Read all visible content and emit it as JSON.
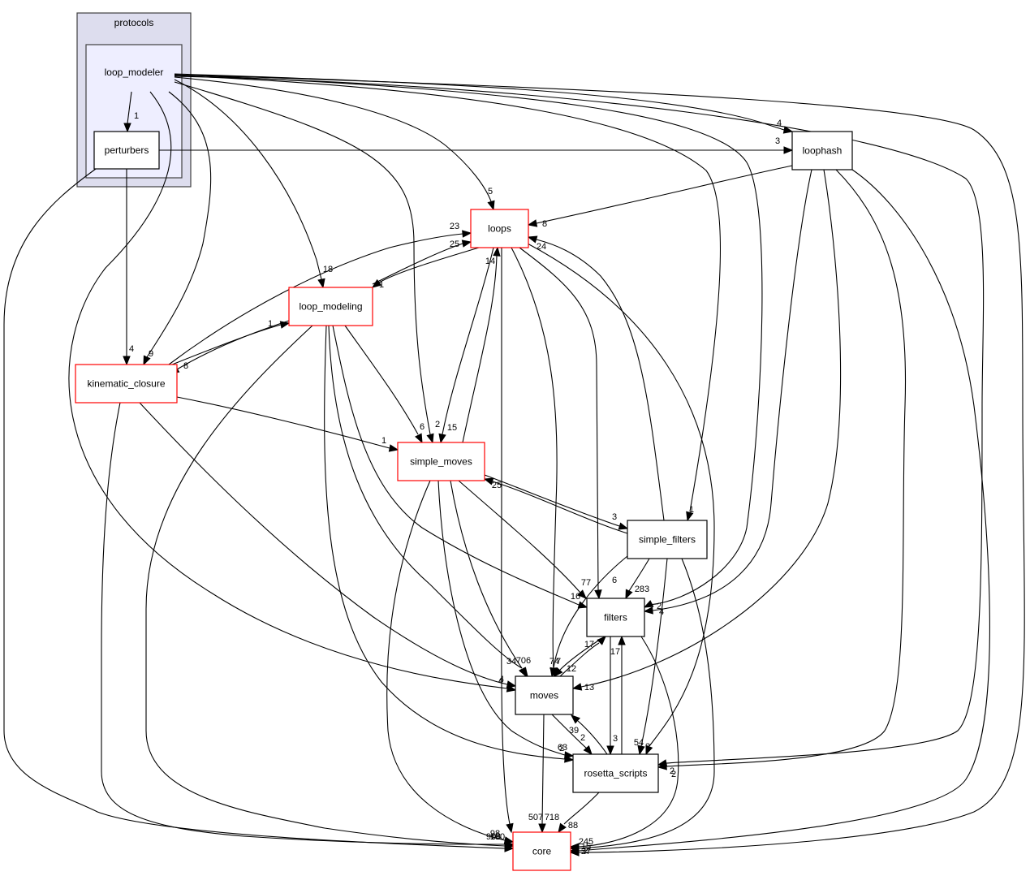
{
  "title": "loop_modeler dependency graph",
  "colors": {
    "cluster_outer_fill": "#ddddee",
    "cluster_inner_fill": "#eeeeff",
    "border_dark": "#404040",
    "node_red_border": "#ff0000",
    "node_black_border": "#000000",
    "edge": "#000000"
  },
  "clusters": {
    "outer": {
      "label": "protocols"
    },
    "inner": {
      "label": "loop_modeler"
    }
  },
  "nodes": [
    {
      "id": "perturbers",
      "label": "perturbers",
      "border": "black"
    },
    {
      "id": "loophash",
      "label": "loophash",
      "border": "black"
    },
    {
      "id": "loops",
      "label": "loops",
      "border": "red"
    },
    {
      "id": "loop_modeling",
      "label": "loop_modeling",
      "border": "red"
    },
    {
      "id": "kinematic_closure",
      "label": "kinematic_closure",
      "border": "red"
    },
    {
      "id": "simple_moves",
      "label": "simple_moves",
      "border": "red"
    },
    {
      "id": "simple_filters",
      "label": "simple_filters",
      "border": "black"
    },
    {
      "id": "filters",
      "label": "filters",
      "border": "black"
    },
    {
      "id": "moves",
      "label": "moves",
      "border": "black"
    },
    {
      "id": "rosetta_scripts",
      "label": "rosetta_scripts",
      "border": "black"
    },
    {
      "id": "core",
      "label": "core",
      "border": "red"
    }
  ],
  "edges": [
    {
      "from": "loop_modeler",
      "to": "perturbers",
      "label": "1"
    },
    {
      "from": "loop_modeler",
      "to": "loophash",
      "label": "4"
    },
    {
      "from": "loop_modeler",
      "to": "loops",
      "label": "5"
    },
    {
      "from": "loop_modeler",
      "to": "loop_modeling",
      "label": "18"
    },
    {
      "from": "loop_modeler",
      "to": "kinematic_closure",
      "label": "9"
    },
    {
      "from": "loop_modeler",
      "to": "simple_moves",
      "label": "2"
    },
    {
      "from": "loop_modeler",
      "to": "simple_filters",
      "label": "1"
    },
    {
      "from": "loop_modeler",
      "to": "filters",
      "label": "2"
    },
    {
      "from": "loop_modeler",
      "to": "moves",
      "label": "4"
    },
    {
      "from": "loop_modeler",
      "to": "rosetta_scripts",
      "label": "2"
    },
    {
      "from": "loop_modeler",
      "to": "core",
      "label": "15"
    },
    {
      "from": "perturbers",
      "to": "loophash",
      "label": "3"
    },
    {
      "from": "perturbers",
      "to": "kinematic_closure",
      "label": "4"
    },
    {
      "from": "perturbers",
      "to": "core",
      "label": "10"
    },
    {
      "from": "loophash",
      "to": "loops",
      "label": "8"
    },
    {
      "from": "loophash",
      "to": "filters",
      "label": "4"
    },
    {
      "from": "loophash",
      "to": "moves",
      "label": "13"
    },
    {
      "from": "loophash",
      "to": "rosetta_scripts",
      "label": "2"
    },
    {
      "from": "loophash",
      "to": "core",
      "label": "27"
    },
    {
      "from": "loops",
      "to": "loop_modeling",
      "label": "1"
    },
    {
      "from": "loops",
      "to": "simple_moves",
      "label": "15"
    },
    {
      "from": "loops",
      "to": "filters",
      "label": "6"
    },
    {
      "from": "loops",
      "to": "moves",
      "label": "7"
    },
    {
      "from": "loops",
      "to": "rosetta_scripts",
      "label": "2"
    },
    {
      "from": "loops",
      "to": "core",
      "label": "507"
    },
    {
      "from": "loop_modeling",
      "to": "loops",
      "label": "25"
    },
    {
      "from": "loop_modeling",
      "to": "kinematic_closure",
      "label": "8"
    },
    {
      "from": "loop_modeling",
      "to": "simple_moves",
      "label": "6"
    },
    {
      "from": "loop_modeling",
      "to": "filters",
      "label": "16"
    },
    {
      "from": "loop_modeling",
      "to": "moves",
      "label": "34"
    },
    {
      "from": "loop_modeling",
      "to": "rosetta_scripts",
      "label": "63"
    },
    {
      "from": "loop_modeling",
      "to": "core",
      "label": "190"
    },
    {
      "from": "kinematic_closure",
      "to": "loops",
      "label": "23"
    },
    {
      "from": "kinematic_closure",
      "to": "loop_modeling",
      "label": "1"
    },
    {
      "from": "kinematic_closure",
      "to": "simple_moves",
      "label": "1"
    },
    {
      "from": "kinematic_closure",
      "to": "moves",
      "label": "4"
    },
    {
      "from": "kinematic_closure",
      "to": "core",
      "label": "98"
    },
    {
      "from": "simple_moves",
      "to": "loops",
      "label": "14"
    },
    {
      "from": "simple_moves",
      "to": "simple_filters",
      "label": "3"
    },
    {
      "from": "simple_moves",
      "to": "filters",
      "label": "77"
    },
    {
      "from": "simple_moves",
      "to": "moves",
      "label": "706"
    },
    {
      "from": "simple_moves",
      "to": "rosetta_scripts",
      "label": "2"
    },
    {
      "from": "simple_moves",
      "to": "core",
      "label": "908"
    },
    {
      "from": "simple_filters",
      "to": "loops",
      "label": "24"
    },
    {
      "from": "simple_filters",
      "to": "simple_moves",
      "label": "25"
    },
    {
      "from": "simple_filters",
      "to": "filters",
      "label": "283"
    },
    {
      "from": "simple_filters",
      "to": "moves",
      "label": "74"
    },
    {
      "from": "simple_filters",
      "to": "rosetta_scripts",
      "label": "54"
    },
    {
      "from": "simple_filters",
      "to": "core",
      "label": "245"
    },
    {
      "from": "filters",
      "to": "moves",
      "label": "12"
    },
    {
      "from": "filters",
      "to": "rosetta_scripts",
      "label": "3"
    },
    {
      "from": "filters",
      "to": "core",
      "label": "2"
    },
    {
      "from": "moves",
      "to": "filters",
      "label": "17"
    },
    {
      "from": "moves",
      "to": "rosetta_scripts",
      "label": "2"
    },
    {
      "from": "moves",
      "to": "core",
      "label": "718"
    },
    {
      "from": "rosetta_scripts",
      "to": "filters",
      "label": "17"
    },
    {
      "from": "rosetta_scripts",
      "to": "moves",
      "label": "39"
    },
    {
      "from": "rosetta_scripts",
      "to": "core",
      "label": "88"
    }
  ]
}
